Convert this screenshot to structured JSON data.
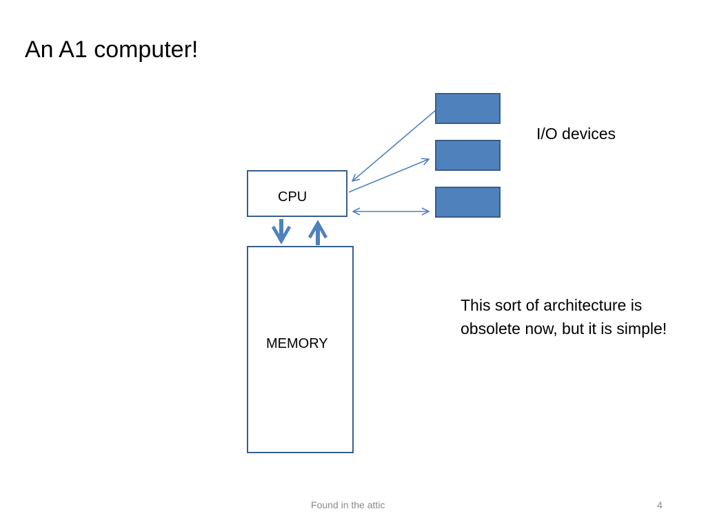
{
  "slide": {
    "title": "An A1 computer!",
    "page_number": "4",
    "footer": "Found in the attic"
  },
  "diagram": {
    "cpu_label": "CPU",
    "memory_label": "MEMORY",
    "io_label": "I/O devices",
    "note": "This sort of architecture is obsolete now, but it is simple!"
  },
  "colors": {
    "device_fill": "#4f81bd",
    "outline": "#385d8a",
    "arrow": "#4f81bd",
    "footer_text": "#8b8b8b"
  }
}
